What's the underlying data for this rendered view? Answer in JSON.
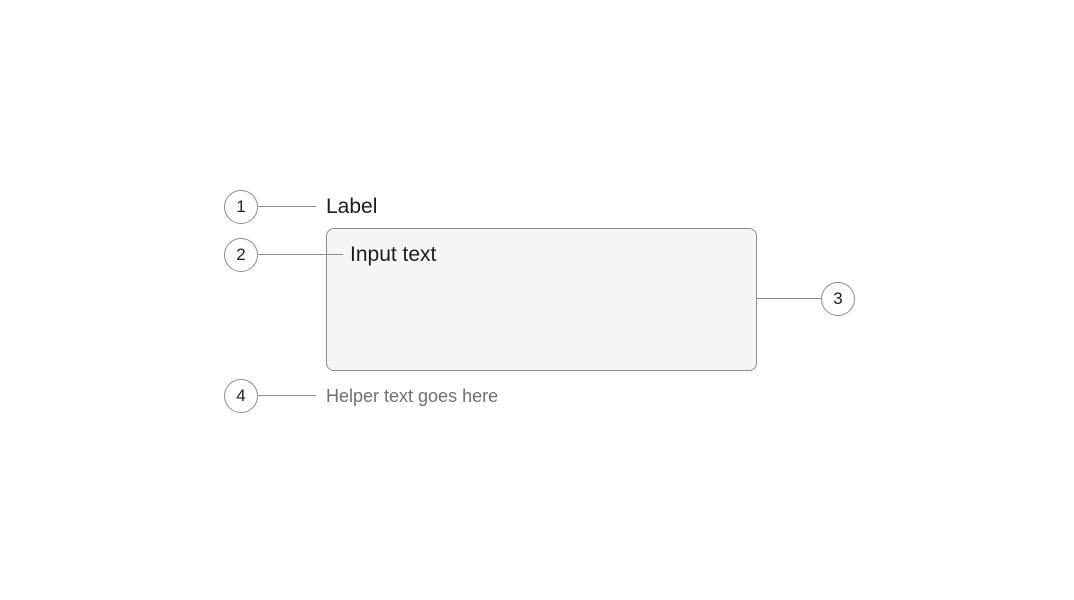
{
  "callouts": {
    "one": "1",
    "two": "2",
    "three": "3",
    "four": "4"
  },
  "field": {
    "label": "Label",
    "input_text": "Input text",
    "helper_text": "Helper text goes here"
  },
  "colors": {
    "border": "#8c8c8c",
    "field_background": "#f5f5f5",
    "text": "#1c1c1c",
    "helper_text": "#707070"
  }
}
